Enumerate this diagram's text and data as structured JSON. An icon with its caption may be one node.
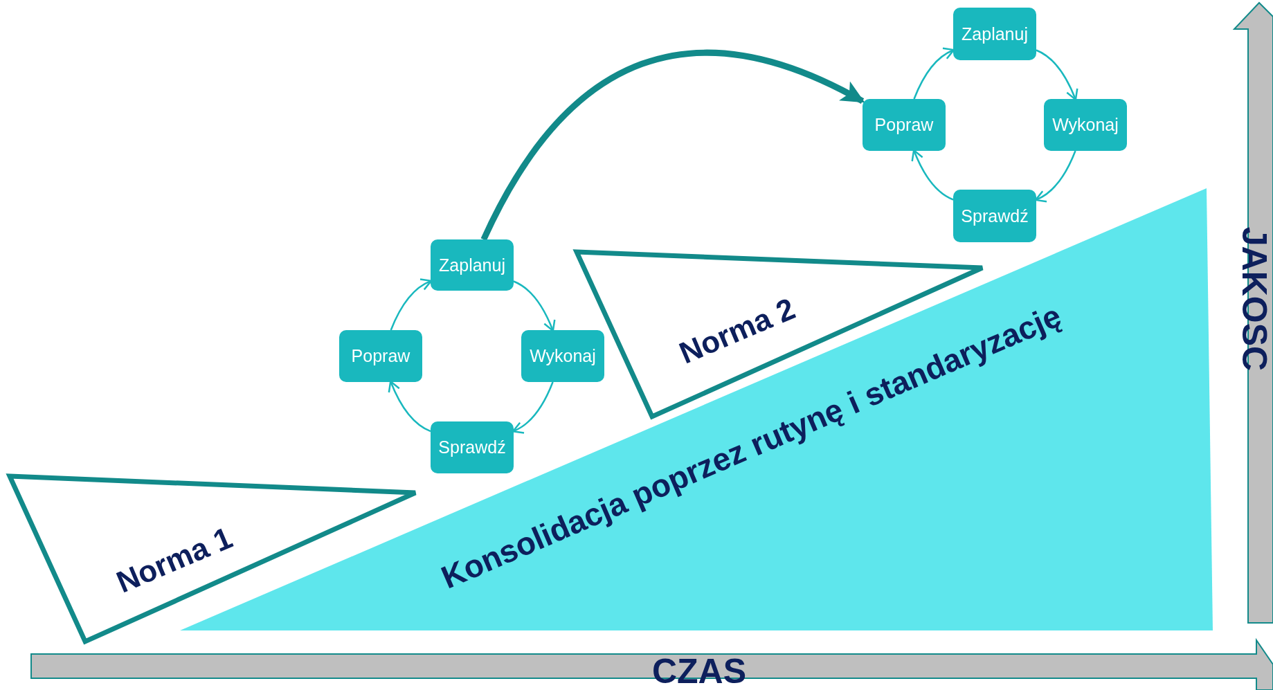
{
  "diagram": {
    "nodes": [
      {
        "text": [
          "Zaplanuj"
        ]
      },
      {
        "text": [
          "Popraw"
        ]
      },
      {
        "text": [
          "Wykonaj"
        ]
      },
      {
        "text": [
          "Sprawdź"
        ]
      },
      {
        "text": [
          "Zaplanuj"
        ]
      },
      {
        "text": [
          "Popraw"
        ]
      },
      {
        "text": [
          "Wykonaj"
        ]
      },
      {
        "text": [
          "Sprawdź"
        ]
      },
      {
        "text": [
          "Norma 2"
        ]
      },
      {
        "text": [
          "Norma 1"
        ]
      },
      {
        "text": [
          "Konsolidacja poprzez rutynę i standaryzację"
        ]
      }
    ],
    "edges": [
      {
        "from": 0,
        "to": 2,
        "arrow": "to"
      },
      {
        "from": 2,
        "to": 3,
        "arrow": "to"
      },
      {
        "from": 3,
        "to": 1,
        "arrow": "to"
      },
      {
        "from": 1,
        "to": 0,
        "arrow": "to"
      },
      {
        "from": 4,
        "to": 6,
        "arrow": "to"
      },
      {
        "from": 6,
        "to": 7,
        "arrow": "to"
      },
      {
        "from": 7,
        "to": 5,
        "arrow": "to"
      },
      {
        "from": 5,
        "to": 4,
        "arrow": "to"
      },
      {
        "from": 4,
        "to": 1,
        "arrow": "to",
        "style": "thick",
        "color": "#128a8a"
      }
    ],
    "labels": [
      "CZAS",
      "JAKOSC"
    ]
  }
}
